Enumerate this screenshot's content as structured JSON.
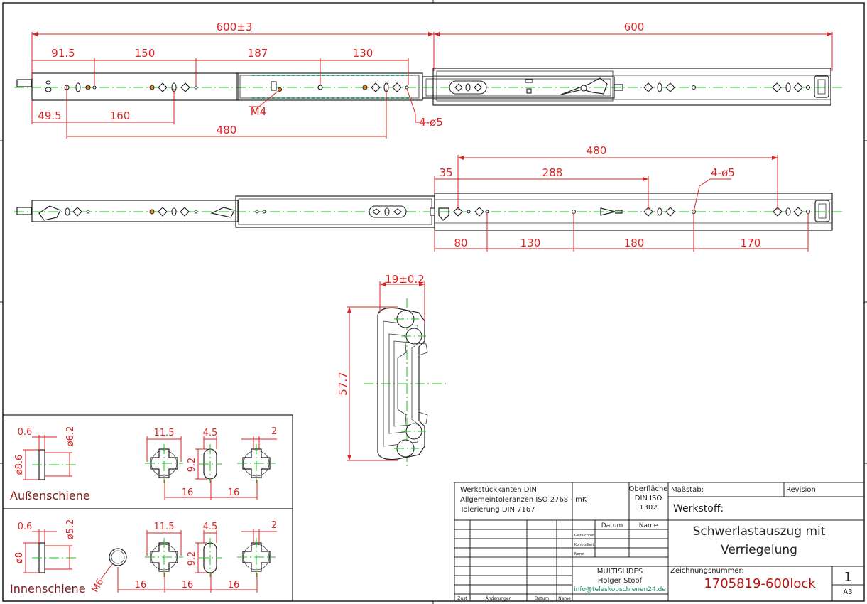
{
  "dimensions_top": {
    "overall_left": "600±3",
    "overall_right": "600",
    "d_91_5": "91.5",
    "d_150": "150",
    "d_187": "187",
    "d_130": "130",
    "d_49_5": "49.5",
    "d_160": "160",
    "d_480": "480",
    "thread_m4": "M4",
    "holes": "4-ø5"
  },
  "dimensions_middle": {
    "d_480": "480",
    "d_35": "35",
    "d_288": "288",
    "holes": "4-ø5",
    "d_80": "80",
    "d_130": "130",
    "d_180": "180",
    "d_170": "170"
  },
  "profile": {
    "width": "19±0.2",
    "height": "57.7"
  },
  "detail_outer": {
    "caption": "Außenschiene",
    "d_0_6": "0.6",
    "d_6_2": "ø6.2",
    "d_8_6": "ø8.6",
    "d_11_5": "11.5",
    "d_4_5": "4.5",
    "d_2": "2",
    "d_9_2": "9.2",
    "d_16a": "16",
    "d_16b": "16"
  },
  "detail_inner": {
    "caption": "Innenschiene",
    "d_0_6": "0.6",
    "d_5_2": "ø5.2",
    "d_8": "ø8",
    "d_11_5": "11.5",
    "d_4_5": "4.5",
    "d_2": "2",
    "d_9_2": "9.2",
    "m6": "M6",
    "d_16a": "16",
    "d_16b": "16",
    "d_16c": "16"
  },
  "title_block": {
    "notes": [
      "Werkstückkanten DIN",
      "Allgemeintoleranzen ISO 2768 - mK",
      "Tolerierung DIN 7167"
    ],
    "surface_label": [
      "Oberfläche",
      "DIN ISO",
      "1302"
    ],
    "scale_label": "Maßstab:",
    "revision_label": "Revision",
    "material_label": "Werkstoff:",
    "col_datum": "Datum",
    "col_name": "Name",
    "row_gez": "Gezeichnet",
    "row_kontr": "Kontrolliert",
    "row_norm": "Norm",
    "company": "MULTISLIDES",
    "person": "Holger Stoof",
    "email": "info@teleskopschienen24.de",
    "title_line1": "Schwerlastauszug mit",
    "title_line2": "Verriegelung",
    "drawing_no_label": "Zeichnungsnummer:",
    "drawing_no": "1705819-600lock",
    "sheet_no": "1",
    "format": "A3",
    "footer": [
      "Zust",
      "Änderungen",
      "Datum",
      "Name"
    ]
  }
}
